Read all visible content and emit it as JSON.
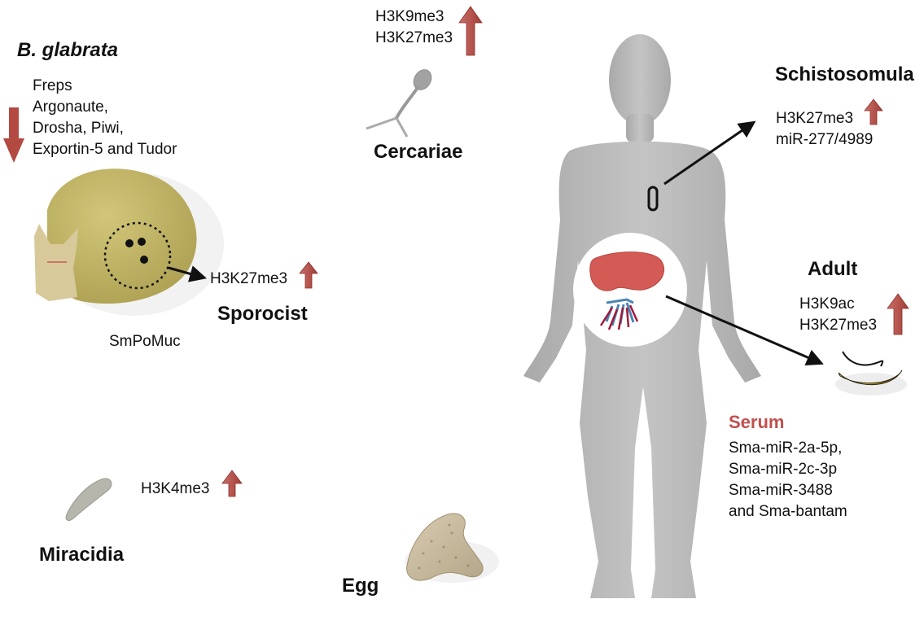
{
  "snail": {
    "title": "B. glabrata",
    "genes": [
      "Freps",
      "Argonaute,",
      "Drosha, Piwi,",
      "Exportin-5 and Tudor"
    ],
    "mark": "H3K27me3",
    "stage": "Sporocist",
    "caption": "SmPoMuc"
  },
  "cercariae": {
    "marks": [
      "H3K9me3",
      "H3K27me3"
    ],
    "stage": "Cercariae"
  },
  "schistosomula": {
    "stage": "Schistosomula",
    "lines": [
      "H3K27me3",
      "miR-277/4989"
    ]
  },
  "adult": {
    "stage": "Adult",
    "marks": [
      "H3K9ac",
      "H3K27me3"
    ]
  },
  "serum": {
    "title": "Serum",
    "items": [
      "Sma-miR-2a-5p,",
      "Sma-miR-2c-3p",
      "Sma-miR-3488",
      "and Sma-bantam"
    ]
  },
  "miracidia": {
    "mark": "H3K4me3",
    "stage": "Miracidia"
  },
  "egg": {
    "stage": "Egg"
  },
  "colors": {
    "arrow_red": "#b24a42",
    "serum_red": "#c0504d",
    "snail_body": "#b9ae62",
    "human_gray": "#bcbcbc",
    "liver": "#d45a56"
  }
}
